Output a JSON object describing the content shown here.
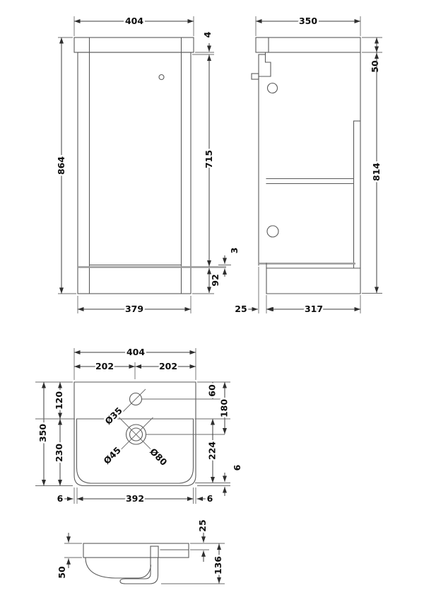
{
  "drawing": {
    "type": "technical-dimension-drawing",
    "subject": "cloakroom vanity unit with basin",
    "units": "mm"
  },
  "colors": {
    "line": "#5a5a5a",
    "thick_line": "#9a9a9a",
    "text": "#0d0d0d",
    "background": "#ffffff"
  },
  "front_view": {
    "overall_width": "404",
    "overall_height": "864",
    "worktop_thickness": "4",
    "door_height": "715",
    "bottom_gap": "3",
    "plinth_height": "92",
    "carcass_width": "379"
  },
  "side_view": {
    "overall_depth": "350",
    "worktop_height": "50",
    "carcass_height": "814",
    "toe_recess": "25",
    "plinth_depth": "317"
  },
  "basin_plan": {
    "overall_width": "404",
    "centre_left": "202",
    "centre_right": "202",
    "overall_depth": "350",
    "back_to_bowl": "120",
    "bowl_to_front": "230",
    "tap_hole_offset": "60",
    "waste_offset": "180",
    "bowl_length": "224",
    "bowl_edge_gap": "6",
    "bowl_gap_left": "6",
    "bowl_width": "392",
    "bowl_gap_right": "6",
    "tap_hole_dia": "Ø35",
    "waste_dia": "Ø45",
    "waste_flange_dia": "Ø80"
  },
  "basin_side": {
    "bowl_front_height": "50",
    "rim_thickness": "25",
    "overall_height": "136"
  }
}
